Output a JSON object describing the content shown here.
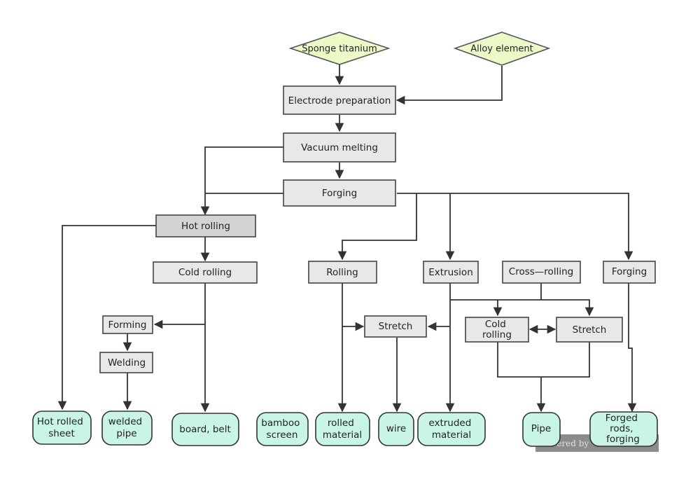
{
  "inputs": {
    "sponge_titanium": "Sponge titanium",
    "alloy_element": "Alloy element"
  },
  "processes": {
    "electrode_preparation": "Electrode preparation",
    "vacuum_melting": "Vacuum melting",
    "forging_main": "Forging",
    "hot_rolling": "Hot rolling",
    "cold_rolling": "Cold rolling",
    "rolling": "Rolling",
    "extrusion": "Extrusion",
    "cross_rolling": "Cross—rolling",
    "forging_branch": "Forging",
    "forming": "Forming",
    "welding": "Welding",
    "stretch_mid": "Stretch",
    "cold_rolling_pipe": [
      "Cold",
      "rolling"
    ],
    "stretch_pipe": "Stretch"
  },
  "products": {
    "hot_rolled_sheet": [
      "Hot rolled",
      "sheet"
    ],
    "welded_pipe": [
      "welded",
      "pipe"
    ],
    "board_belt": "board, belt",
    "bamboo_screen": [
      "bamboo",
      "screen"
    ],
    "rolled_material": [
      "rolled",
      "material"
    ],
    "wire": "wire",
    "extruded_material": [
      "extruded",
      "material"
    ],
    "pipe": "Pipe",
    "forged_rods": [
      "Forged",
      "rods,",
      "forging"
    ]
  },
  "watermark": "wered by",
  "colors": {
    "process_fill": "#e8e8ea",
    "process_dark_fill": "#d4d4d6",
    "input_fill": "#ecfac8",
    "product_fill": "#c9f5e6",
    "line": "#333333"
  }
}
